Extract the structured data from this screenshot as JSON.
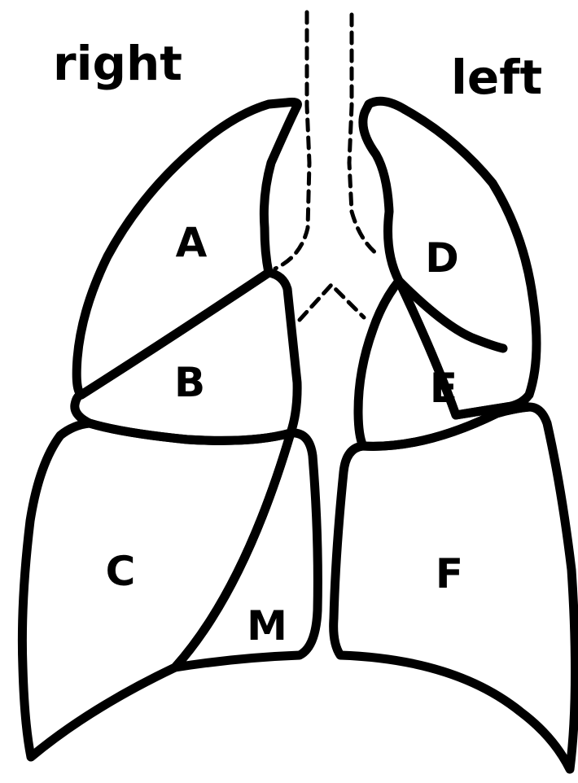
{
  "labels": {
    "right": "right",
    "left": "left"
  },
  "regions": {
    "A": "A",
    "B": "B",
    "C": "C",
    "D": "D",
    "E": "E",
    "F": "F",
    "M": "M"
  },
  "colors": {
    "stroke": "#000000",
    "background": "#ffffff"
  }
}
